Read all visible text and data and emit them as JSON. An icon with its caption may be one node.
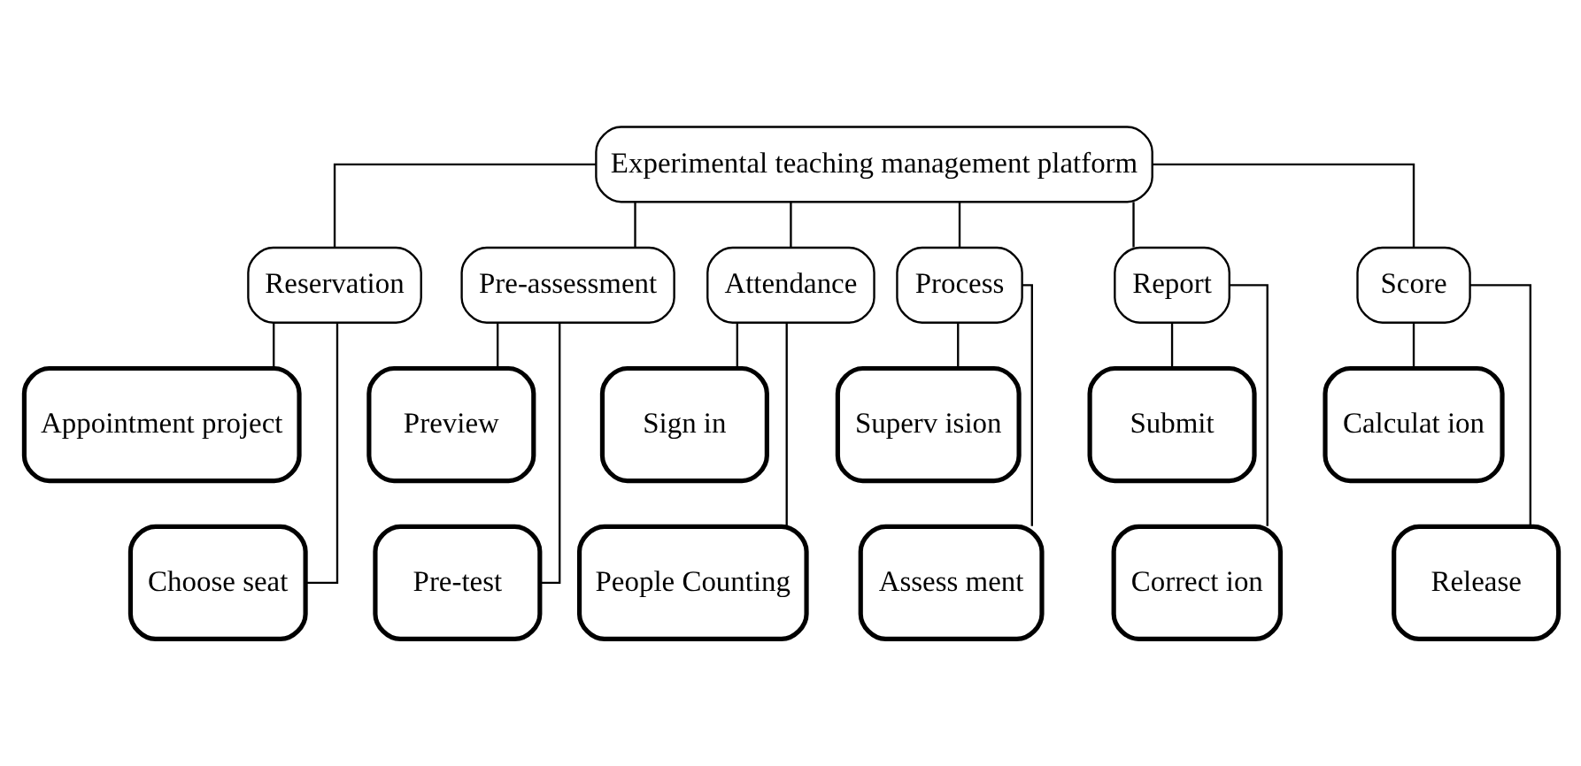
{
  "diagram": {
    "nodes": [
      {
        "text": [
          "Experimental teaching management platform"
        ]
      },
      {
        "text": [
          "Reservation"
        ]
      },
      {
        "text": [
          "Pre-assessment"
        ]
      },
      {
        "text": [
          "Attendance"
        ]
      },
      {
        "text": [
          "Process"
        ]
      },
      {
        "text": [
          "Report"
        ]
      },
      {
        "text": [
          "Score"
        ]
      },
      {
        "text": [
          "Appointment project"
        ]
      },
      {
        "text": [
          "Choose seat"
        ]
      },
      {
        "text": [
          "Preview"
        ]
      },
      {
        "text": [
          "Pre-test"
        ]
      },
      {
        "text": [
          "Sign in"
        ]
      },
      {
        "text": [
          "People Counting"
        ]
      },
      {
        "text": [
          "Superv ision"
        ]
      },
      {
        "text": [
          "Assess ment"
        ]
      },
      {
        "text": [
          "Submit"
        ]
      },
      {
        "text": [
          "Correct ion"
        ]
      },
      {
        "text": [
          "Calculat ion"
        ]
      },
      {
        "text": [
          "Release"
        ]
      }
    ],
    "edges": [
      {
        "from": 0,
        "to": 1,
        "arrow": "none"
      },
      {
        "from": 0,
        "to": 2,
        "arrow": "none"
      },
      {
        "from": 0,
        "to": 3,
        "arrow": "none"
      },
      {
        "from": 0,
        "to": 4,
        "arrow": "none"
      },
      {
        "from": 0,
        "to": 5,
        "arrow": "none"
      },
      {
        "from": 0,
        "to": 6,
        "arrow": "none"
      },
      {
        "from": 1,
        "to": 7,
        "arrow": "none"
      },
      {
        "from": 1,
        "to": 8,
        "arrow": "none"
      },
      {
        "from": 2,
        "to": 9,
        "arrow": "none"
      },
      {
        "from": 2,
        "to": 10,
        "arrow": "none"
      },
      {
        "from": 3,
        "to": 11,
        "arrow": "none"
      },
      {
        "from": 3,
        "to": 12,
        "arrow": "none"
      },
      {
        "from": 4,
        "to": 13,
        "arrow": "none"
      },
      {
        "from": 4,
        "to": 14,
        "arrow": "none"
      },
      {
        "from": 5,
        "to": 15,
        "arrow": "none"
      },
      {
        "from": 5,
        "to": 16,
        "arrow": "none"
      },
      {
        "from": 6,
        "to": 17,
        "arrow": "none"
      },
      {
        "from": 6,
        "to": 18,
        "arrow": "none"
      }
    ]
  }
}
